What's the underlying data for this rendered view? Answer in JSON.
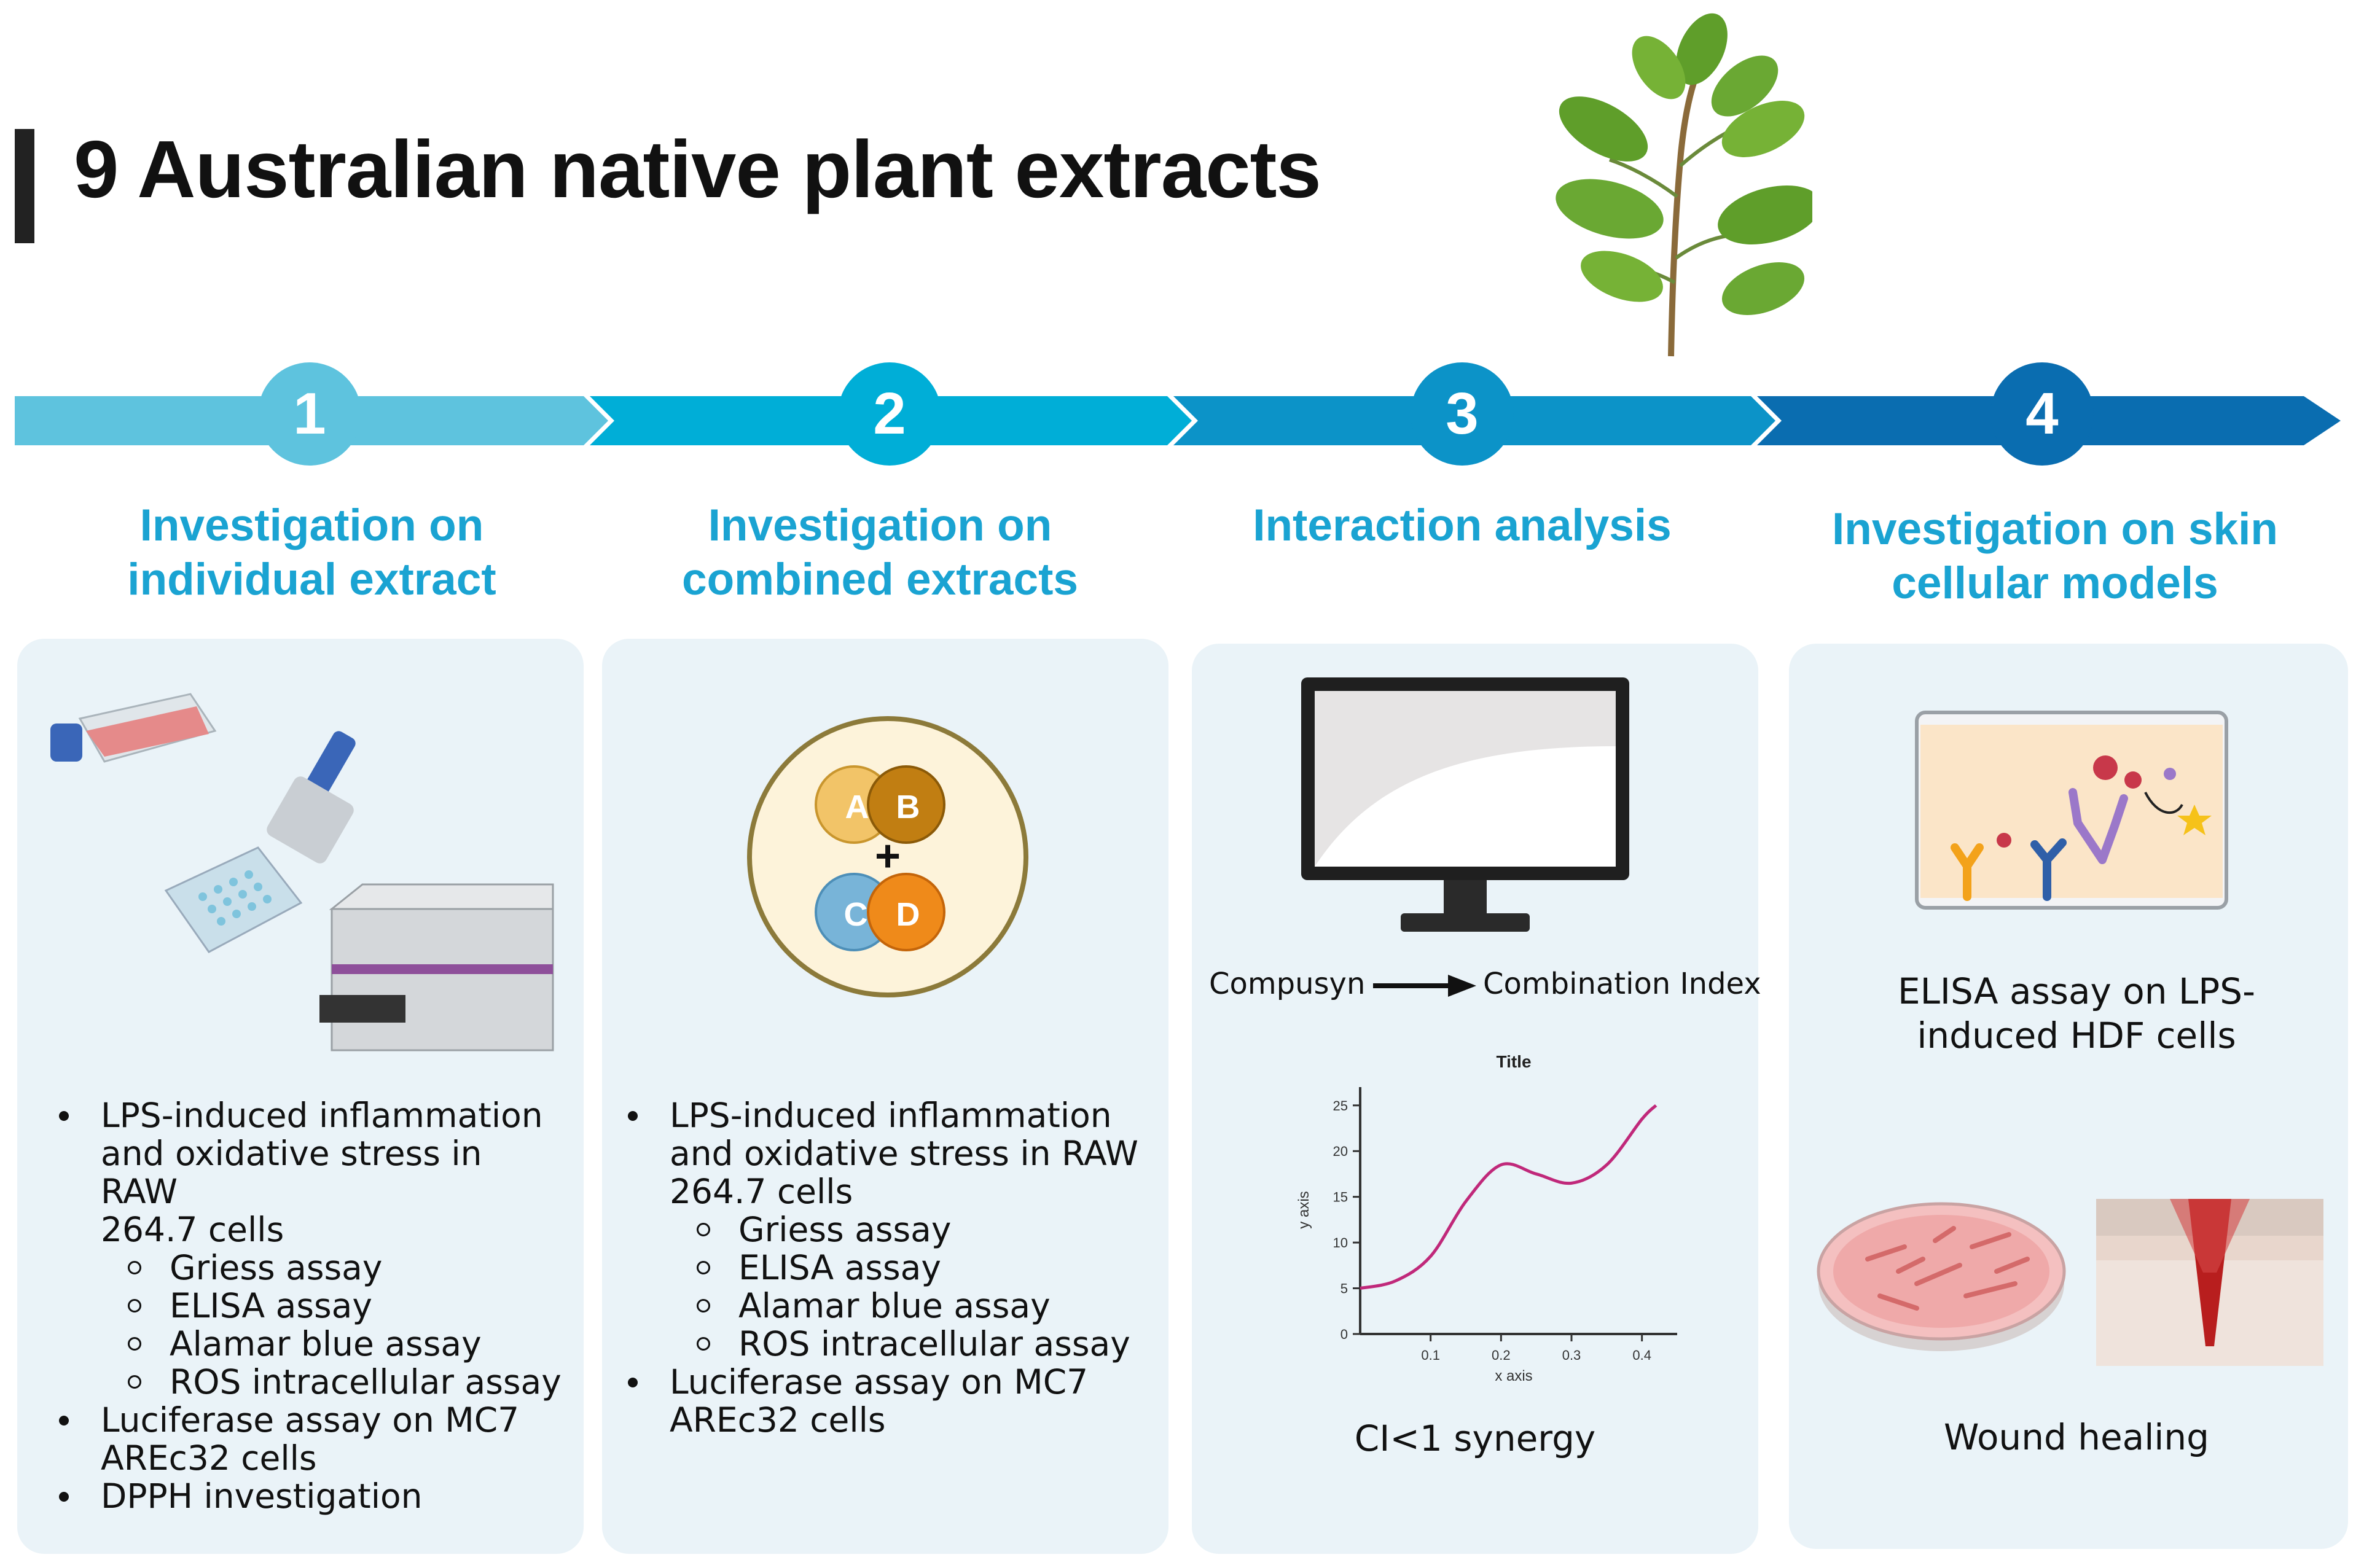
{
  "title": "9 Australian native plant extracts",
  "colors": {
    "stage1": "#5ec3de",
    "stage2": "#00aed7",
    "stage3": "#0c93c8",
    "stage4": "#0a6db0",
    "heading": "#1aa3d2",
    "panel": "#eaf3f8"
  },
  "stages": [
    {
      "number": "1",
      "title_line1": "Investigation on",
      "title_line2": "individual extract",
      "bullets": [
        {
          "level": 1,
          "text": "LPS-induced inflammation"
        },
        {
          "level": 0,
          "text": "and oxidative stress in RAW"
        },
        {
          "level": 0,
          "text": "264.7 cells"
        },
        {
          "level": 2,
          "text": "Griess assay"
        },
        {
          "level": 2,
          "text": "ELISA assay"
        },
        {
          "level": 2,
          "text": "Alamar blue assay"
        },
        {
          "level": 2,
          "text": "ROS intracellular assay"
        },
        {
          "level": 1,
          "text": " Luciferase assay on MC7"
        },
        {
          "level": 0,
          "text": "AREc32 cells"
        },
        {
          "level": 1,
          "text": "DPPH investigation"
        }
      ]
    },
    {
      "number": "2",
      "title_line1": "Investigation on",
      "title_line2": "combined extracts",
      "combo_letters": [
        "A",
        "B",
        "+",
        "C",
        "D"
      ],
      "bullets": [
        {
          "level": 1,
          "text": "LPS-induced inflammation"
        },
        {
          "level": 0,
          "text": "and oxidative stress in RAW"
        },
        {
          "level": 0,
          "text": "264.7 cells"
        },
        {
          "level": 2,
          "text": "Griess assay"
        },
        {
          "level": 2,
          "text": "ELISA assay"
        },
        {
          "level": 2,
          "text": "Alamar blue assay"
        },
        {
          "level": 2,
          "text": "ROS intracellular assay"
        },
        {
          "level": 1,
          "text": " Luciferase assay on MC7"
        },
        {
          "level": 0,
          "text": "AREc32 cells"
        }
      ]
    },
    {
      "number": "3",
      "title_line1": "Interaction analysis",
      "flow_from": "Compusyn",
      "flow_to": "Combination Index",
      "caption": "CI<1 synergy"
    },
    {
      "number": "4",
      "title_line1": "Investigation on skin",
      "title_line2": "cellular models",
      "caption1_line1": "ELISA assay on LPS-",
      "caption1_line2": "induced HDF cells",
      "caption2": "Wound healing"
    }
  ],
  "chart_data": {
    "type": "line",
    "title": "Title",
    "xlabel": "x axis",
    "ylabel": "y axis",
    "xlim": [
      0.0,
      0.45
    ],
    "ylim": [
      0,
      27
    ],
    "xticks": [
      "0.1",
      "0.2",
      "0.3",
      "0.4"
    ],
    "yticks": [
      "0",
      "5",
      "10",
      "15",
      "20",
      "25"
    ],
    "series": [
      {
        "color": "#c0287a",
        "x": [
          0.0,
          0.05,
          0.1,
          0.15,
          0.2,
          0.25,
          0.3,
          0.35,
          0.4,
          0.42
        ],
        "y": [
          5,
          5.8,
          8.5,
          14.5,
          18.5,
          17.5,
          16.5,
          18.5,
          23.5,
          25
        ]
      }
    ]
  }
}
